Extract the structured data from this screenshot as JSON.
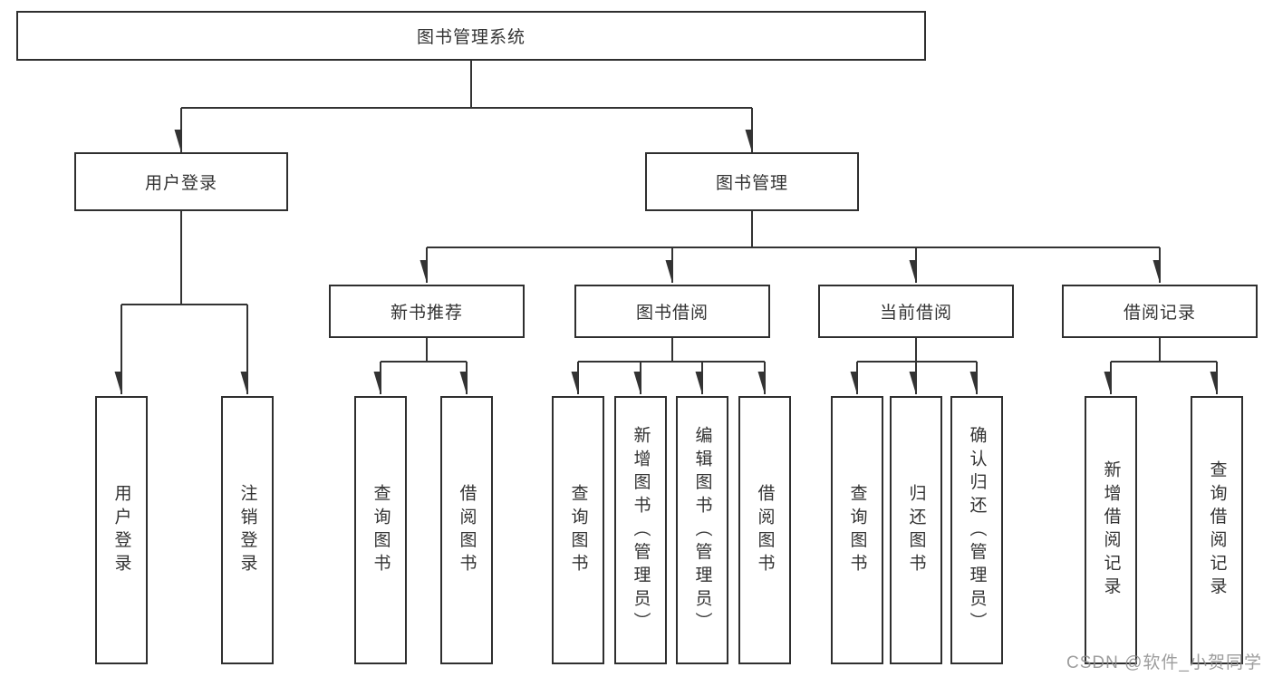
{
  "diagram_title": "图书管理系统",
  "tree": {
    "label": "图书管理系统",
    "children": [
      {
        "label": "用户登录",
        "children": [
          {
            "label": "用户登录"
          },
          {
            "label": "注销登录"
          }
        ]
      },
      {
        "label": "图书管理",
        "children": [
          {
            "label": "新书推荐",
            "children": [
              {
                "label": "查询图书"
              },
              {
                "label": "借阅图书"
              }
            ]
          },
          {
            "label": "图书借阅",
            "children": [
              {
                "label": "查询图书"
              },
              {
                "label": "新增图书（管理员）"
              },
              {
                "label": "编辑图书（管理员）"
              },
              {
                "label": "借阅图书"
              }
            ]
          },
          {
            "label": "当前借阅",
            "children": [
              {
                "label": "查询图书"
              },
              {
                "label": "归还图书"
              },
              {
                "label": "确认归还（管理员）"
              }
            ]
          },
          {
            "label": "借阅记录",
            "children": [
              {
                "label": "新增借阅记录"
              },
              {
                "label": "查询借阅记录"
              }
            ]
          }
        ]
      }
    ]
  },
  "watermark": {
    "text": "CSDN @软件_小贺同学"
  },
  "colors": {
    "line": "#333333",
    "box_border": "#2f2f2f",
    "text": "#333333",
    "watermark": "#8c8c8c",
    "background": "#ffffff"
  }
}
